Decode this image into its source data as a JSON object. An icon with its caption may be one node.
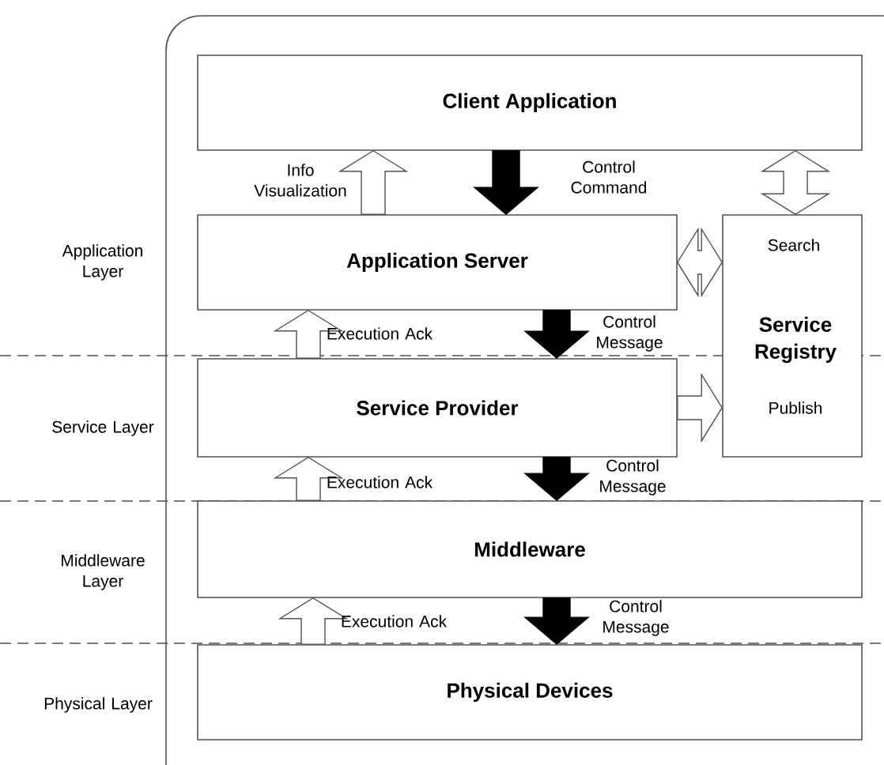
{
  "diagram": {
    "nodes": [
      {
        "text": [
          "Client Application"
        ]
      },
      {
        "text": [
          "Application Server"
        ]
      },
      {
        "text": [
          "Service Provider"
        ]
      },
      {
        "text": [
          "Middleware"
        ]
      },
      {
        "text": [
          "Physical Devices"
        ]
      },
      {
        "text": [
          "Search",
          "Service Registry",
          "Publish"
        ]
      }
    ],
    "edges": [
      {
        "from": 1,
        "to": 0,
        "arrow": "to",
        "label": "Info Visualization"
      },
      {
        "from": 0,
        "to": 1,
        "arrow": "to",
        "label": "Control Command",
        "style": "thick"
      },
      {
        "from": 0,
        "to": 5,
        "arrow": "both"
      },
      {
        "from": 1,
        "to": 5,
        "arrow": "both"
      },
      {
        "from": 2,
        "to": 1,
        "arrow": "to",
        "label": "Execution Ack"
      },
      {
        "from": 1,
        "to": 2,
        "arrow": "to",
        "label": "Control Message",
        "style": "thick"
      },
      {
        "from": 2,
        "to": 5,
        "arrow": "to"
      },
      {
        "from": 3,
        "to": 2,
        "arrow": "to",
        "label": "Execution Ack"
      },
      {
        "from": 2,
        "to": 3,
        "arrow": "to",
        "label": "Control Message",
        "style": "thick"
      },
      {
        "from": 4,
        "to": 3,
        "arrow": "to",
        "label": "Execution Ack"
      },
      {
        "from": 3,
        "to": 4,
        "arrow": "to",
        "label": "Control Message",
        "style": "thick"
      }
    ],
    "labels": [
      "Application Layer",
      "Service Layer",
      "Middleware Layer",
      "Physical Layer"
    ]
  }
}
